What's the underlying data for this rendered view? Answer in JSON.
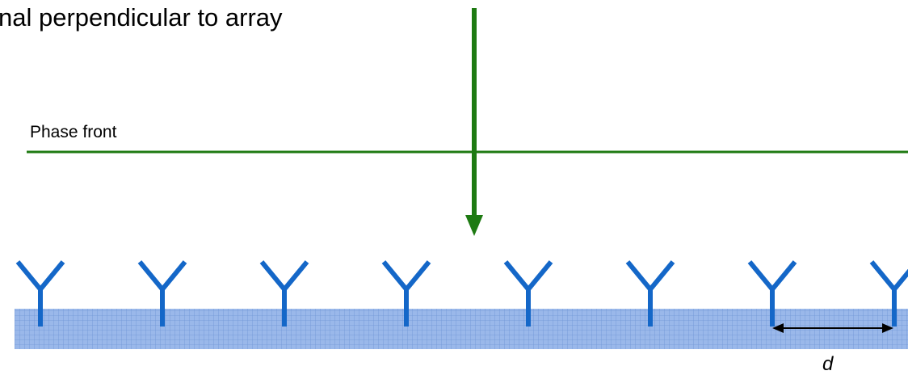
{
  "title_text": "nal perpendicular to array",
  "phase_front_label": "Phase front",
  "spacing_label": "d",
  "antenna_count": 8,
  "colors": {
    "signal": "#1e7a12",
    "antenna": "#1467c8",
    "substrate_fill": "#9ab8ea",
    "substrate_grid": "#6f96d6",
    "dimension": "#000000",
    "text": "#000000"
  }
}
